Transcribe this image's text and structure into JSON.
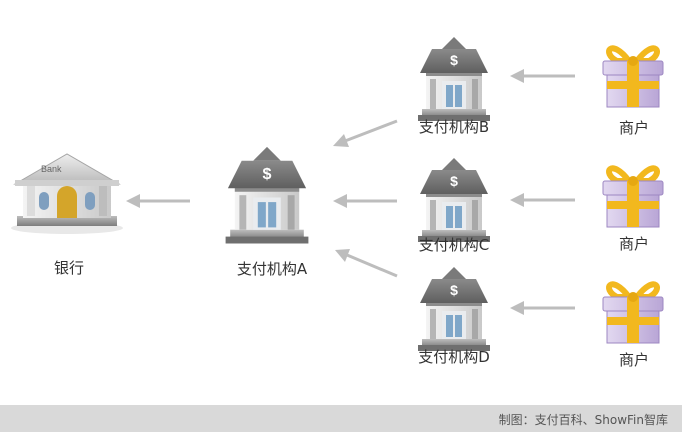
{
  "nodes": {
    "bank": {
      "label": "银行",
      "sign": "Bank"
    },
    "pay_a": {
      "label": "支付机构A"
    },
    "pay_b": {
      "label": "支付机构B"
    },
    "pay_c": {
      "label": "支付机构C"
    },
    "pay_d": {
      "label": "支付机构D"
    },
    "merchant_b": {
      "label": "商户"
    },
    "merchant_c": {
      "label": "商户"
    },
    "merchant_d": {
      "label": "商户"
    }
  },
  "footer": {
    "credit": "制图：支付百科、ShowFin智库"
  },
  "colors": {
    "arrow": "#bdbdbd",
    "gift_box": "#c9b8e0",
    "ribbon": "#f2b81e",
    "building": "#9a9a9a",
    "door": "#d4a52a"
  }
}
